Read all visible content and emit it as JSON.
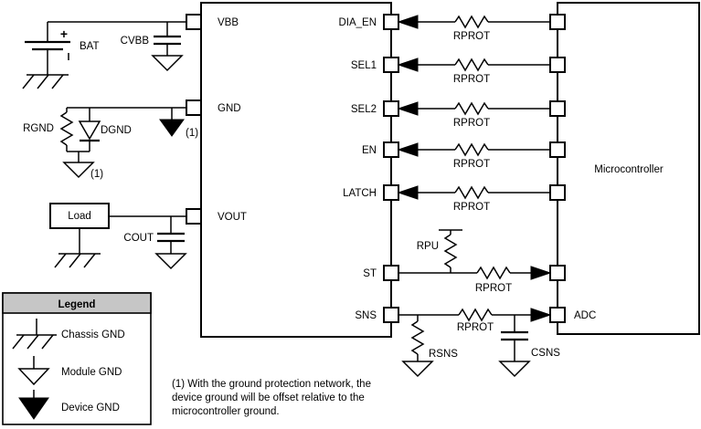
{
  "schematic": {
    "device_block": {
      "pins_left": [
        "VBB",
        "GND",
        "VOUT"
      ],
      "pins_right": [
        "DIA_EN",
        "SEL1",
        "SEL2",
        "EN",
        "LATCH",
        "ST",
        "SNS"
      ]
    },
    "microcontroller_block": {
      "label": "Microcontroller",
      "adc_pin_label": "ADC"
    },
    "components": {
      "battery_label": "BAT",
      "battery_plus": "+",
      "cvbb_label": "CVBB",
      "rgnd_label": "RGND",
      "dgnd_label": "DGND",
      "load_label": "Load",
      "cout_label": "COUT",
      "rpu_label": "RPU",
      "rprot_label": "RPROT",
      "rsns_label": "RSNS",
      "csns_label": "CSNS"
    },
    "note_ref": "(1)"
  },
  "legend": {
    "title": "Legend",
    "items": [
      {
        "icon": "chassis-gnd-icon",
        "label": "Chassis GND"
      },
      {
        "icon": "module-gnd-icon",
        "label": "Module GND"
      },
      {
        "icon": "device-gnd-icon",
        "label": "Device GND"
      }
    ]
  },
  "note": {
    "lines": [
      "(1) With the ground protection network, the",
      "device ground will be offset relative to the",
      "microcontroller ground."
    ]
  },
  "colors": {
    "line": "#000000",
    "legend_header_bg": "#c6c6c6",
    "background": "#ffffff"
  }
}
